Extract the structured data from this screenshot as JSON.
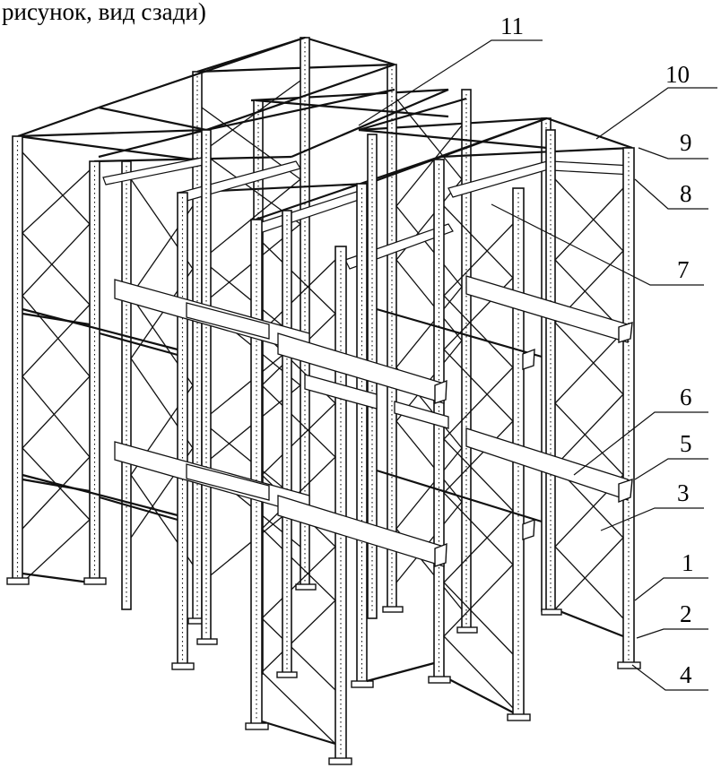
{
  "header": {
    "text": "рисунок, вид сзади)"
  },
  "callouts": [
    {
      "id": "11",
      "text": "11"
    },
    {
      "id": "10",
      "text": "10"
    },
    {
      "id": "9",
      "text": "9"
    },
    {
      "id": "8",
      "text": "8"
    },
    {
      "id": "7",
      "text": "7"
    },
    {
      "id": "6",
      "text": "6"
    },
    {
      "id": "5",
      "text": "5"
    },
    {
      "id": "3",
      "text": "3"
    },
    {
      "id": "1",
      "text": "1"
    },
    {
      "id": "2",
      "text": "2"
    },
    {
      "id": "4",
      "text": "4"
    }
  ]
}
